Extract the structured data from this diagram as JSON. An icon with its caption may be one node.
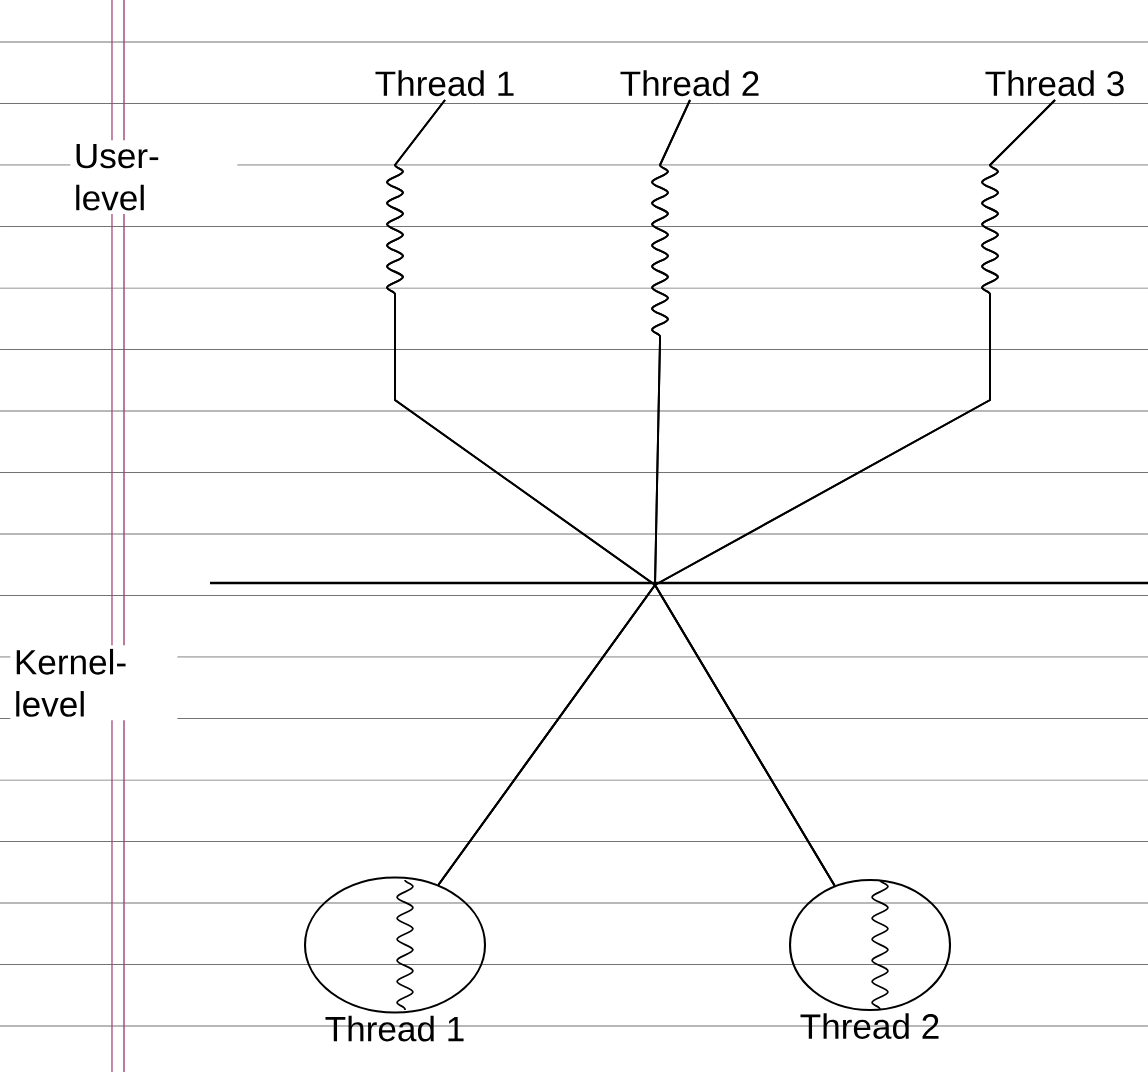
{
  "diagram": {
    "nodes": [
      {
        "text": [
          "Thread 1"
        ]
      },
      {
        "text": [
          "Thread 2"
        ]
      },
      {
        "text": [
          "Thread 3"
        ]
      },
      {
        "text": [
          "Thread 1"
        ]
      },
      {
        "text": [
          "Thread 2"
        ]
      }
    ],
    "edges": [
      {
        "from": 0,
        "to": 3,
        "arrow": "none"
      },
      {
        "from": 0,
        "to": 4,
        "arrow": "none"
      },
      {
        "from": 1,
        "to": 3,
        "arrow": "none"
      },
      {
        "from": 1,
        "to": 4,
        "arrow": "none"
      },
      {
        "from": 2,
        "to": 3,
        "arrow": "none"
      },
      {
        "from": 2,
        "to": 4,
        "arrow": "none"
      }
    ],
    "labels": [
      "User- level",
      "Kernel- level"
    ]
  }
}
